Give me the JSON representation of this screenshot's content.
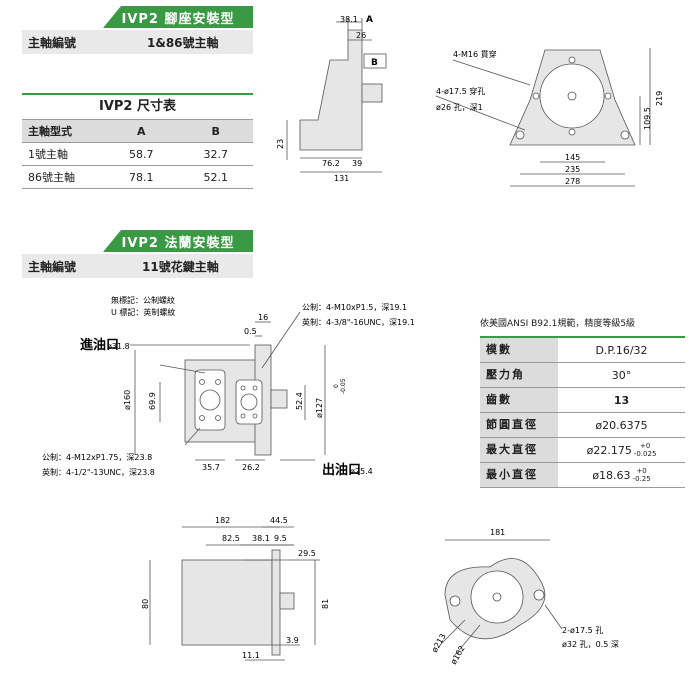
{
  "section1": {
    "title": "IVP2 腳座安裝型",
    "shaft_label": "主軸編號",
    "shaft_value": "1&86號主軸"
  },
  "dimtable": {
    "title": "IVP2 尺寸表",
    "headers": [
      "主軸型式",
      "A",
      "B"
    ],
    "rows": [
      [
        "1號主軸",
        "58.7",
        "32.7"
      ],
      [
        "86號主軸",
        "78.1",
        "52.1"
      ]
    ]
  },
  "foot_drawing": {
    "side": {
      "d1": "38.1",
      "A": "A",
      "d2": "26",
      "B": "B",
      "d3": "23",
      "d4": "76.2",
      "d5": "39",
      "d6": "131"
    },
    "front": {
      "n1": "4-M16 貫穿",
      "n2": "4-ø17.5 穿孔",
      "n3": "ø26 孔，深1",
      "d1": "219",
      "d2": "109.5",
      "d3": "145",
      "d4": "235",
      "d5": "278"
    }
  },
  "section2": {
    "title": "IVP2 法蘭安裝型",
    "shaft_label": "主軸編號",
    "shaft_value": "11號花鍵主軸"
  },
  "flange_drawing": {
    "mark1": "無標記：公制螺紋",
    "mark2": "U 標記：英制螺紋",
    "inlet": "進油口",
    "inlet_dia": "ø31.8",
    "outlet": "出油口",
    "outlet_dia": "ø25.4",
    "metric_top": "公制：4-M10xP1.5，深19.1",
    "imperial_top": "英制：4-3/8\"-16UNC，深19.1",
    "metric_bot": "公制：4-M12xP1.75，深23.8",
    "imperial_bot": "英制：4-1/2\"-13UNC，深23.8",
    "d_16": "16",
    "d_05": "0.5",
    "d_160": "ø160",
    "d_699": "69.9",
    "d_357": "35.7",
    "d_262": "26.2",
    "d_524": "52.4",
    "d_127": "ø127",
    "d_127_tol_upper": "0",
    "d_127_tol_lower": "-0.05"
  },
  "spline": {
    "note": "依美國ANSI B92.1規範，精度等級5級",
    "rows": [
      {
        "label": "模數",
        "value": "D.P.16/32",
        "up": "",
        "low": ""
      },
      {
        "label": "壓力角",
        "value": "30°",
        "up": "",
        "low": ""
      },
      {
        "label": "齒數",
        "value": "13",
        "up": "",
        "low": ""
      },
      {
        "label": "節圓直徑",
        "value": "ø20.6375",
        "up": "",
        "low": ""
      },
      {
        "label": "最大直徑",
        "value": "ø22.175",
        "up": "+0",
        "low": "-0.025"
      },
      {
        "label": "最小直徑",
        "value": "ø18.63",
        "up": "+0",
        "low": "-0.25"
      }
    ]
  },
  "bottom_drawing": {
    "side": {
      "d182": "182",
      "d445": "44.5",
      "d825": "82.5",
      "d381": "38.1",
      "d95": "9.5",
      "d295": "29.5",
      "d80": "80",
      "d81": "81",
      "d39": "3.9",
      "d111": "11.1"
    },
    "front": {
      "d181": "181",
      "holes": "2-ø17.5 孔",
      "cbore": "ø32 孔，0.5 深",
      "d213": "ø213",
      "d162": "ø162"
    }
  }
}
